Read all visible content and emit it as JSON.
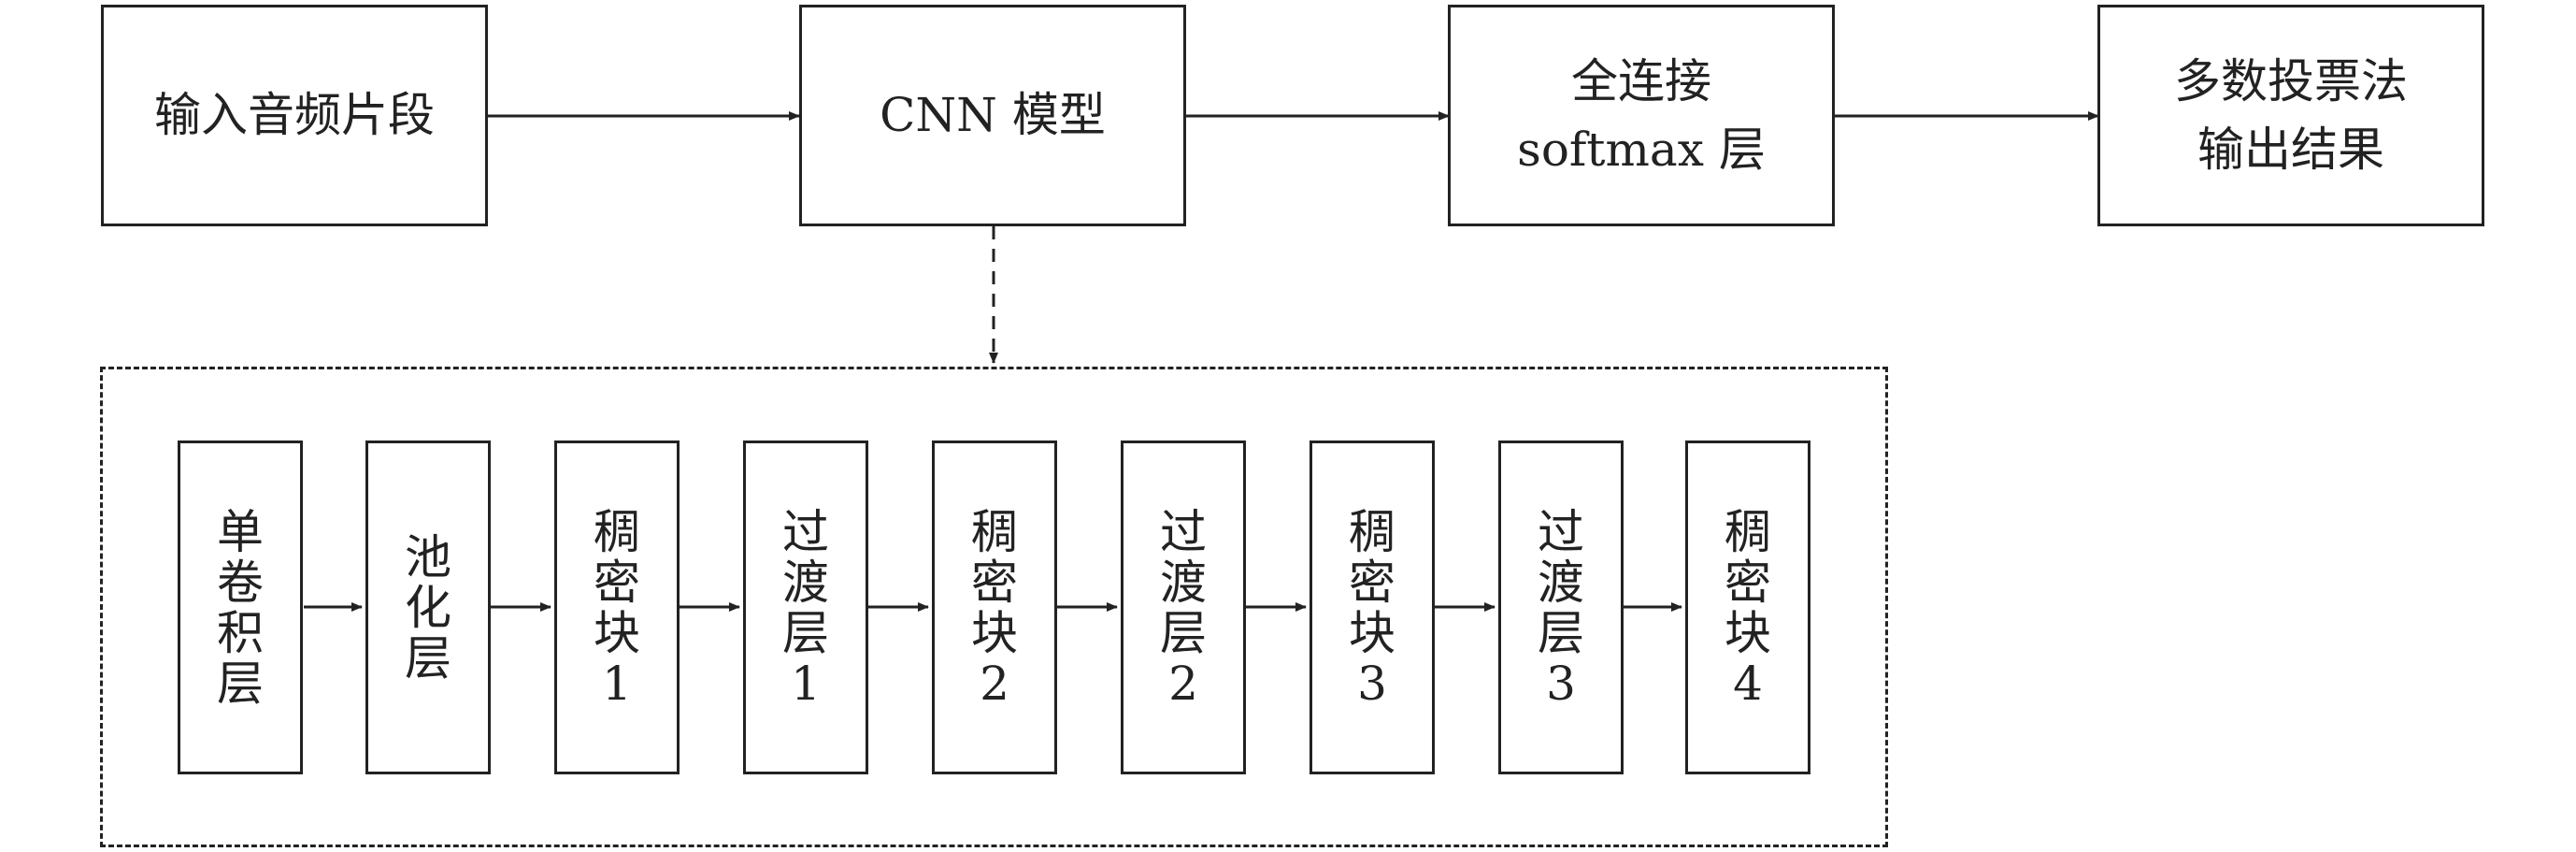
{
  "top_row": [
    {
      "id": "input",
      "lines": [
        "输入音频片段"
      ]
    },
    {
      "id": "cnn",
      "lines": [
        "CNN 模型"
      ]
    },
    {
      "id": "fc",
      "lines": [
        "全连接",
        "softmax 层"
      ]
    },
    {
      "id": "vote",
      "lines": [
        "多数投票法",
        "输出结果"
      ]
    }
  ],
  "layers": [
    {
      "lines": [
        "单",
        "卷",
        "积",
        "层"
      ]
    },
    {
      "lines": [
        "池",
        "化",
        "层"
      ]
    },
    {
      "lines": [
        "稠",
        "密",
        "块",
        "1"
      ]
    },
    {
      "lines": [
        "过",
        "渡",
        "层",
        "1"
      ]
    },
    {
      "lines": [
        "稠",
        "密",
        "块",
        "2"
      ]
    },
    {
      "lines": [
        "过",
        "渡",
        "层",
        "2"
      ]
    },
    {
      "lines": [
        "稠",
        "密",
        "块",
        "3"
      ]
    },
    {
      "lines": [
        "过",
        "渡",
        "层",
        "3"
      ]
    },
    {
      "lines": [
        "稠",
        "密",
        "块",
        "4"
      ]
    }
  ]
}
